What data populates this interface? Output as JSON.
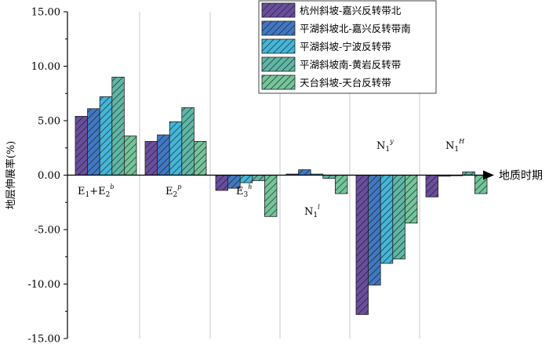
{
  "chart_data": {
    "type": "bar",
    "ylabel": "地层伸展率(%)",
    "xlabel": "地质时期",
    "ylim": [
      -15,
      15
    ],
    "yticks": [
      15,
      10,
      5,
      0,
      -5,
      -10,
      -15
    ],
    "ytick_labels": [
      "15.00",
      "10.00",
      "5.00",
      "0.00",
      "-5.00",
      "-10.00",
      "-15.00"
    ],
    "grid": false,
    "legend_position": "top-right",
    "categories": [
      {
        "base": "E",
        "sub1": "1",
        "join": "+E",
        "sub2": "2",
        "sup": "b"
      },
      {
        "base": "E",
        "sub1": "2",
        "join": "",
        "sub2": "",
        "sup": "p"
      },
      {
        "base": "E",
        "sub1": "3",
        "join": "",
        "sub2": "",
        "sup": "h"
      },
      {
        "base": "N",
        "sub1": "1",
        "join": "",
        "sub2": "",
        "sup": "l"
      },
      {
        "base": "N",
        "sub1": "1",
        "join": "",
        "sub2": "",
        "sup": "y"
      },
      {
        "base": "N",
        "sub1": "1",
        "join": "",
        "sub2": "",
        "sup": "H"
      }
    ],
    "series": [
      {
        "name": "杭州斜坡-嘉兴反转带北",
        "color": "#6a4e9e",
        "values": [
          5.4,
          3.1,
          -1.4,
          0.1,
          -12.8,
          -2.0
        ]
      },
      {
        "name": "平湖斜坡北-嘉兴反转带南",
        "color": "#4178c3",
        "values": [
          6.1,
          3.7,
          -1.2,
          0.5,
          -10.1,
          -0.1
        ]
      },
      {
        "name": "平湖斜坡-宁波反转带",
        "color": "#45b6d8",
        "values": [
          7.2,
          4.9,
          -0.7,
          0.1,
          -8.1,
          0.0
        ]
      },
      {
        "name": "平湖斜坡南-黄岩反转带",
        "color": "#5fb7a6",
        "values": [
          9.0,
          6.2,
          -0.5,
          -0.3,
          -7.7,
          0.3
        ]
      },
      {
        "name": "天台斜坡-天台反转带",
        "color": "#74c59a",
        "values": [
          3.6,
          3.1,
          -3.8,
          -1.7,
          -4.4,
          -1.7
        ]
      }
    ]
  }
}
